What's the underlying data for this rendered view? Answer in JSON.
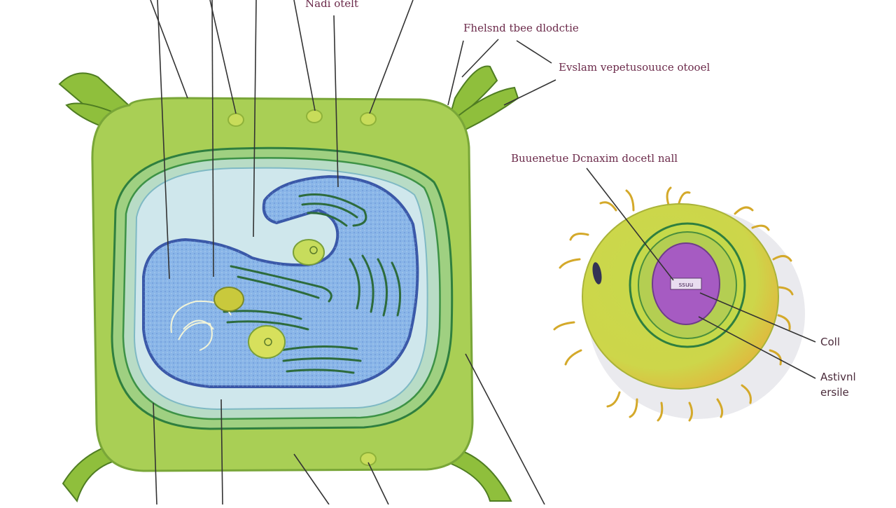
{
  "labels": {
    "top": "Nadi otelt",
    "right_1": "Fhelsnd tbee dlodctie",
    "right_2": "Evslam vepetusouuce otooel",
    "middle": "Buuenetue Dcnaxim docetl nall",
    "cell": "Coll",
    "animal": "Astivnl ersile",
    "inner_tag": "ssuu"
  },
  "colors": {
    "label_text": "#6b2a4a",
    "cell_wall": "#a9cf55",
    "cell_wall_dark": "#79a638",
    "membrane": "#2f7f3f",
    "vacuole": "#cfe7ec",
    "nucleus_fill": "#8ab6e8",
    "nucleus_edge": "#3a58a8",
    "organelle": "#c7dc5c",
    "animal_cell": "#c8d94c",
    "animal_edge": "#e2b43c",
    "animal_nucleus": "#a65bc2",
    "leader_line": "#333333"
  }
}
